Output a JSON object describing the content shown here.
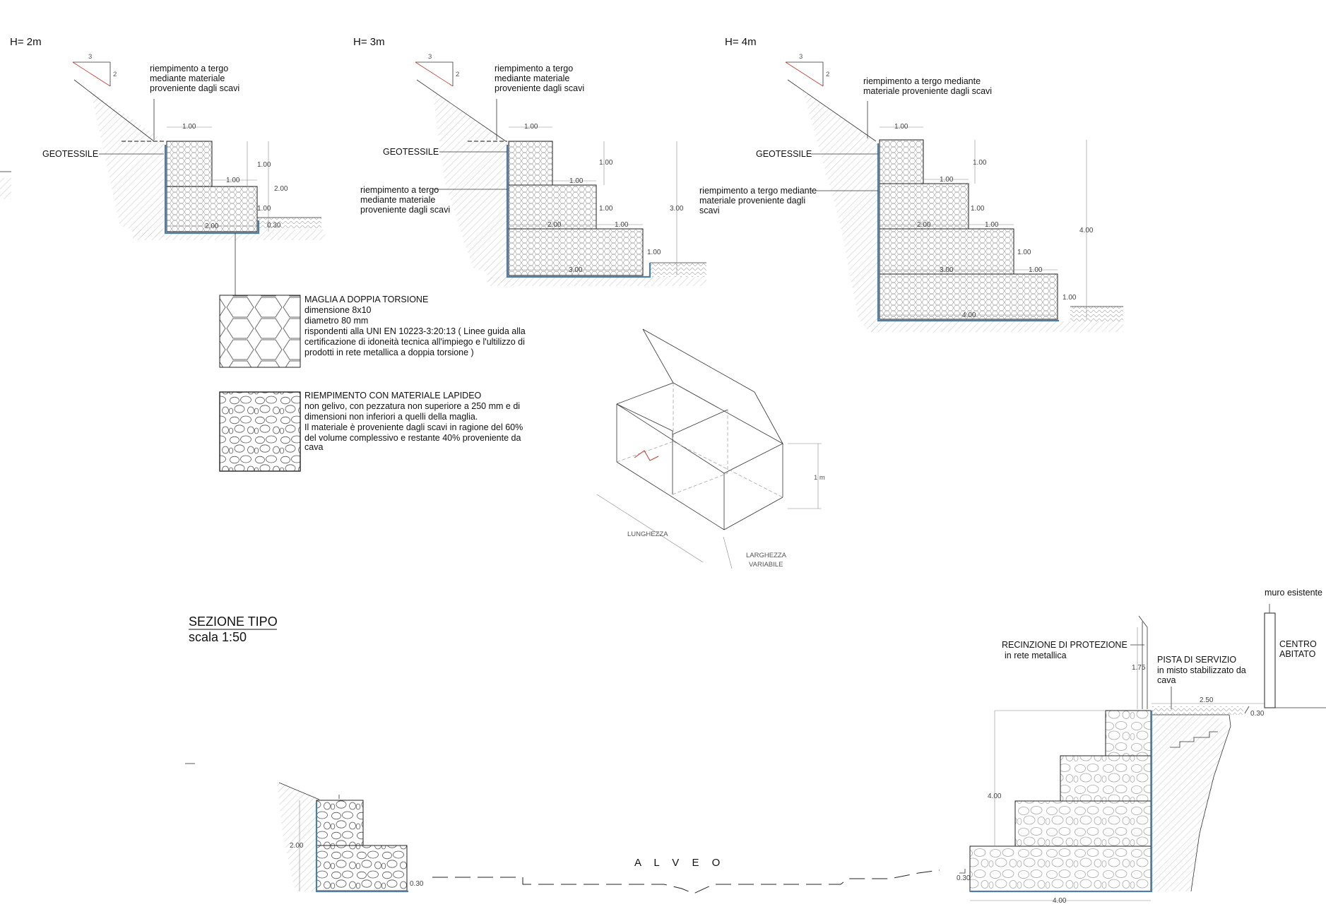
{
  "sections": [
    {
      "title": "H= 2m",
      "slope_ratio": [
        "3",
        "2"
      ],
      "note_top": [
        "riempimento a tergo",
        "mediante materiale",
        "proveniente dagli scavi"
      ],
      "geotextile_label": "GEOTESSILE",
      "dims": [
        "1.00",
        "1.00",
        "1.00",
        "2.00",
        "1.00",
        "2.00",
        "0.30"
      ]
    },
    {
      "title": "H= 3m",
      "slope_ratio": [
        "3",
        "2"
      ],
      "note_top": [
        "riempimento a tergo",
        "mediante materiale",
        "proveniente dagli scavi"
      ],
      "geotextile_label": "GEOTESSILE",
      "note_side": [
        "riempimento a tergo",
        "mediante materiale",
        "proveniente dagli scavi"
      ],
      "dims": [
        "1.00",
        "1.00",
        "1.00",
        "1.00",
        "3.00",
        "2.00",
        "1.00",
        "1.00",
        "3.00"
      ]
    },
    {
      "title": "H= 4m",
      "slope_ratio": [
        "3",
        "2"
      ],
      "note_top": [
        "riempimento a tergo mediante",
        "materiale proveniente dagli scavi"
      ],
      "geotextile_label": "GEOTESSILE",
      "note_side": [
        "riempimento a tergo mediante",
        "materiale proveniente dagli",
        "scavi"
      ],
      "dims": [
        "1.00",
        "1.00",
        "1.00",
        "1.00",
        "2.00",
        "1.00",
        "1.00",
        "3.00",
        "1.00",
        "4.00",
        "1.00",
        "4.00"
      ]
    }
  ],
  "legend": [
    {
      "title": "MAGLIA A DOPPIA TORSIONE",
      "lines": [
        "dimensione 8x10",
        "diametro 80 mm",
        "rispondenti alla UNI EN 10223-3:20:13 ( Linee guida alla",
        "certificazione di idoneità tecnica all'impiego e l'ultilizzo di",
        "prodotti in rete metallica a doppia torsione )"
      ]
    },
    {
      "title": "RIEMPIMENTO CON MATERIALE LAPIDEO",
      "lines": [
        "non gelivo, con pezzatura non superiore a 250 mm  e di",
        "dimensioni non inferiori a quelli della maglia.",
        "Il materiale è proveniente dagli scavi in ragione del 60%",
        "del volume complessivo e restante 40% proveniente da",
        "cava"
      ]
    }
  ],
  "gabion_box": {
    "height": "1 m",
    "length": "LUNGHEZZA",
    "width": [
      "LARGHEZZA",
      "VARIABILE"
    ]
  },
  "typical_section": {
    "title": "SEZIONE TIPO",
    "scale": "scala 1:50",
    "riverbed": "A L V E O",
    "left_dims": [
      "2.00",
      "0.30"
    ],
    "right_dims": [
      "4.00",
      "4.00",
      "0.30",
      "0.30",
      "1.75",
      "2.50"
    ],
    "fence_title": "RECINZIONE DI PROTEZIONE",
    "fence_sub": "in rete metallica",
    "track_title": "PISTA DI SERVIZIO",
    "track_sub": [
      "in misto stabilizzato da",
      "cava"
    ],
    "wall_label": "muro esistente",
    "town_label": [
      "CENTRO",
      "ABITATO"
    ]
  },
  "colors": {
    "geotextile": "#4d7ea8",
    "slope_mark": "#c0392b",
    "ink": "#111111"
  }
}
